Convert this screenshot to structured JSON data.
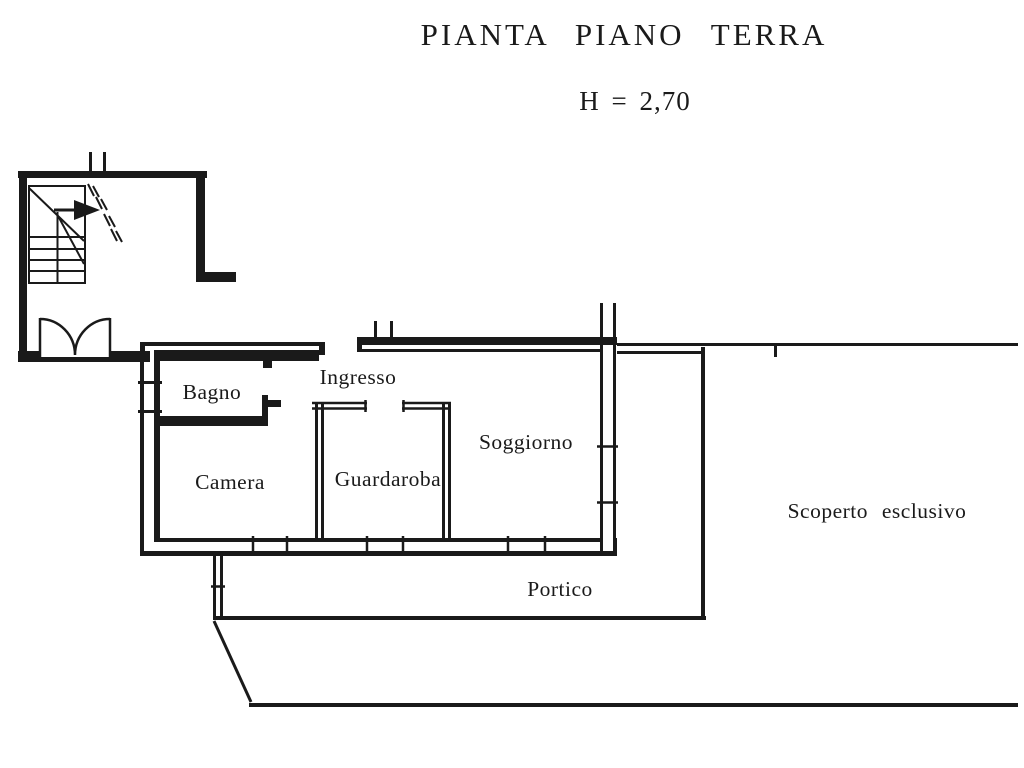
{
  "document": {
    "title": "PIANTA PIANO TERRA",
    "height_label": "H = 2,70"
  },
  "rooms": {
    "bagno": "Bagno",
    "ingresso": "Ingresso",
    "camera": "Camera",
    "guardaroba": "Guardaroba",
    "soggiorno": "Soggiorno",
    "portico": "Portico",
    "scoperto_esclusivo": "Scoperto esclusivo"
  },
  "symbols": {
    "stair_arrow": "stair-direction-arrow",
    "entry_door": "double-swing-door"
  },
  "colors": {
    "ink": "#1a1a1a",
    "paper": "#ffffff"
  }
}
